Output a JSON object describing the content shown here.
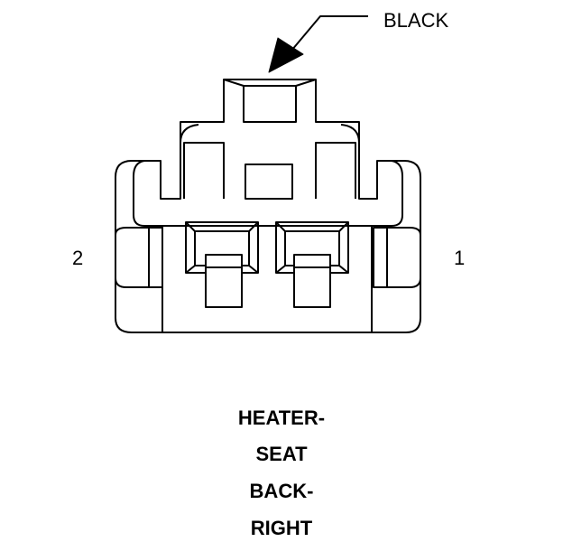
{
  "connector": {
    "color_label": "BLACK",
    "pin_labels": {
      "left": "2",
      "right": "1"
    },
    "name_lines": [
      "HEATER-",
      "SEAT",
      "BACK-",
      "RIGHT"
    ]
  },
  "colors": {
    "line": "#000000",
    "background": "#ffffff"
  }
}
